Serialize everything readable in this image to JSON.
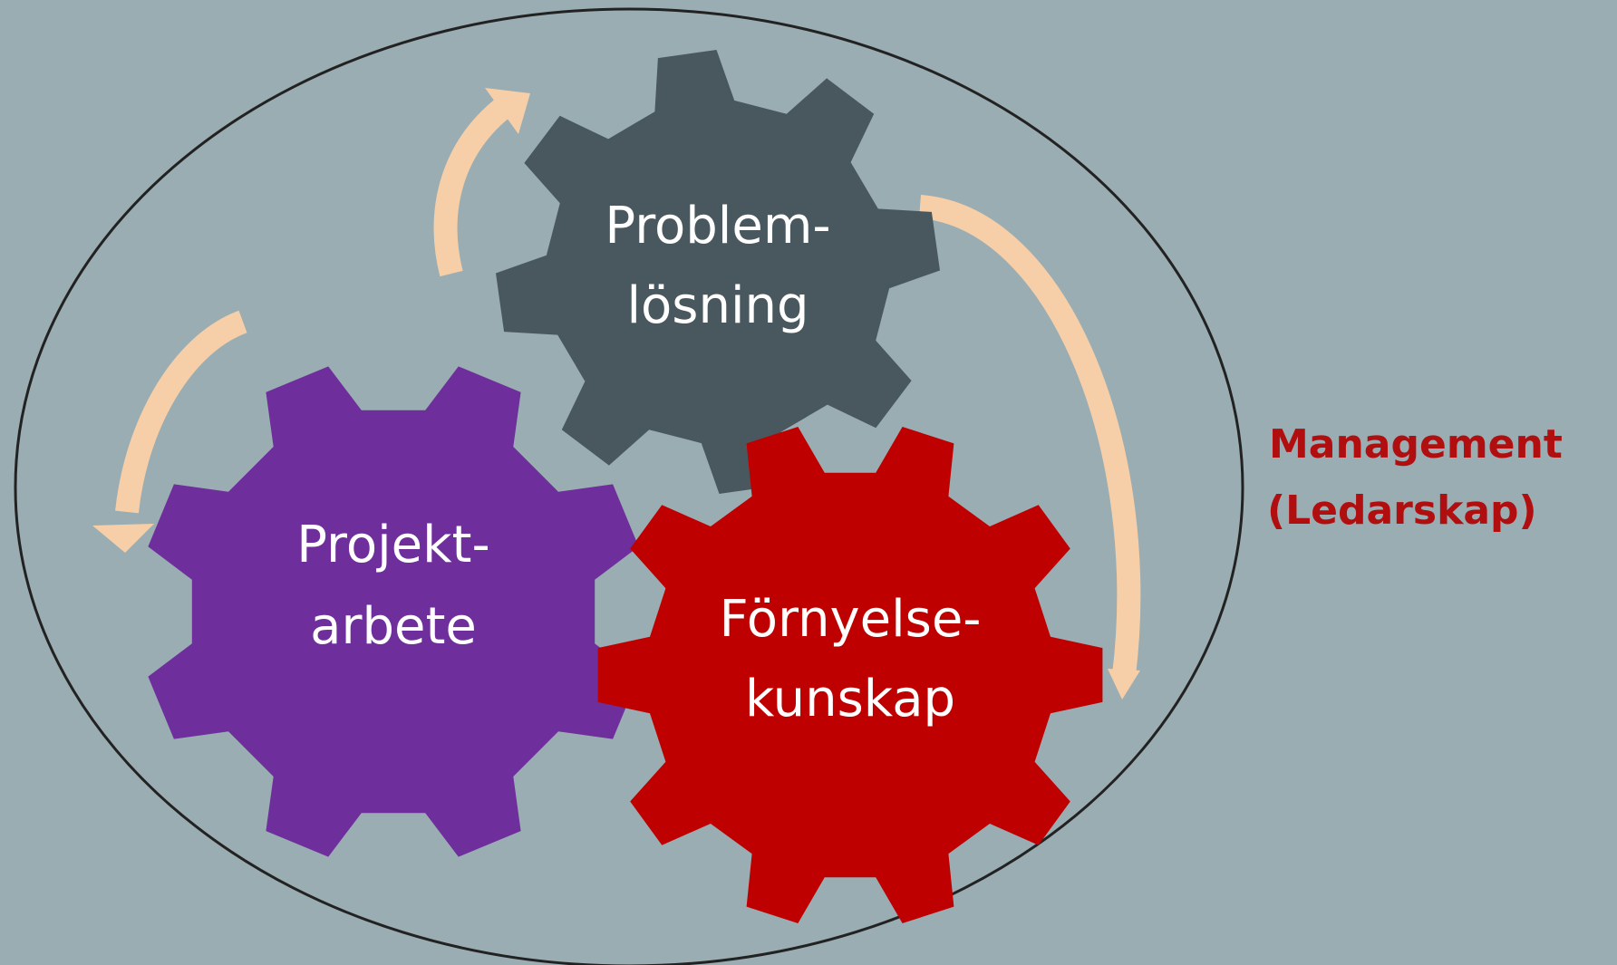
{
  "colors": {
    "background": "#9aadb2",
    "outline": "#222222",
    "arrow": "#f6cfa8",
    "gear_problem": "#48585e",
    "gear_project": "#6e2e9c",
    "gear_renewal": "#bf0000",
    "management_text": "#b10f0f"
  },
  "gears": {
    "problem": {
      "line1": "Problem-",
      "line2": "lösning"
    },
    "project": {
      "line1": "Projekt-",
      "line2": "arbete"
    },
    "renewal": {
      "line1": "Förnyelse-",
      "line2": "kunskap"
    }
  },
  "management": {
    "line1": "Management",
    "line2": "(Ledarskap)"
  }
}
